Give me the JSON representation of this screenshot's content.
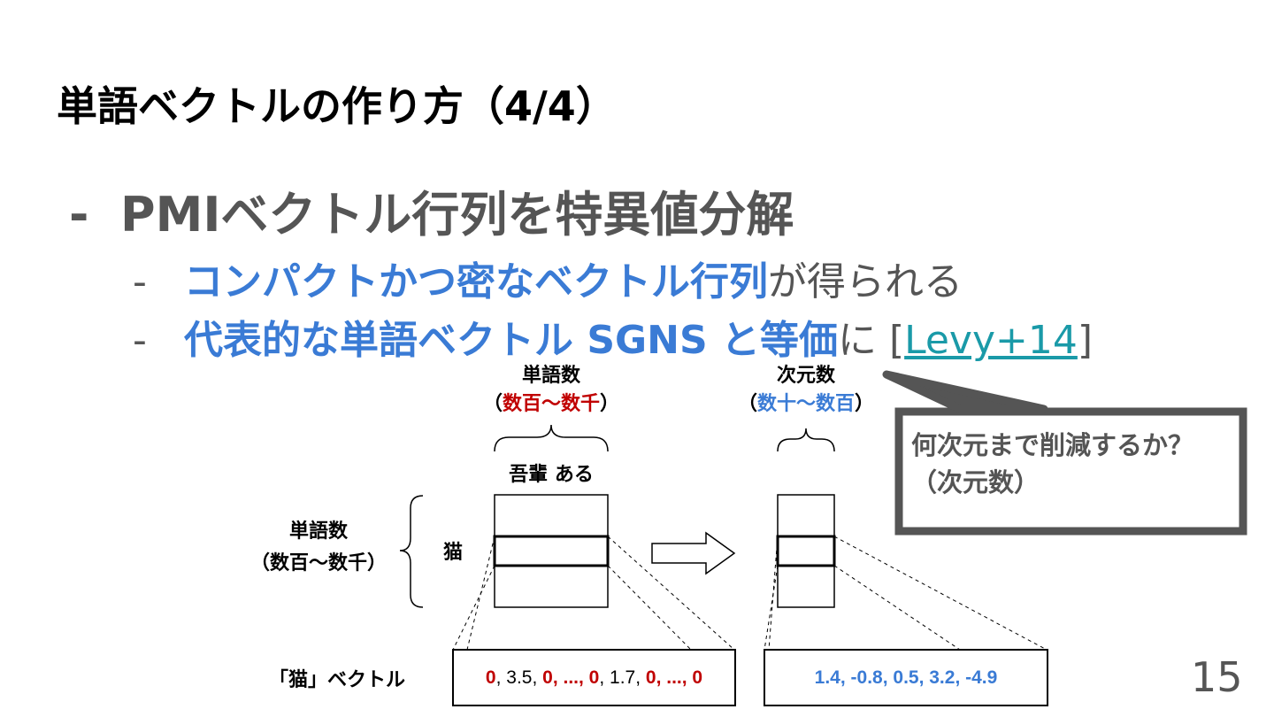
{
  "title": "単語ベクトルの作り方（4/4）",
  "bullets": {
    "main": {
      "dash": "-",
      "text": "PMIベクトル行列を特異値分解"
    },
    "sub1": {
      "dash": "-",
      "highlight": "コンパクトかつ密なベクトル行列",
      "rest": "が得られる"
    },
    "sub2": {
      "dash": "-",
      "highlight": "代表的な単語ベクトル SGNS と等価",
      "mid": "に [",
      "link": "Levy+14",
      "end": "]"
    }
  },
  "diagram": {
    "left_col_label": "単語数",
    "left_col_range": {
      "open": "（",
      "value": "数百〜数千",
      "close": "）"
    },
    "right_col_label": "次元数",
    "right_col_range": {
      "open": "（",
      "value": "数十〜数百",
      "close": "）"
    },
    "row_label": "単語数",
    "row_range": "（数百〜数千）",
    "column_words": "吾輩 ある",
    "row_word": "猫",
    "vector_label": "「猫」ベクトル",
    "sparse_vector": [
      {
        "t": "0",
        "zero": true
      },
      {
        "t": ", ",
        "zero": false
      },
      {
        "t": "3.5",
        "zero": false
      },
      {
        "t": ", ",
        "zero": false
      },
      {
        "t": "0, ..., 0",
        "zero": true
      },
      {
        "t": ", ",
        "zero": false
      },
      {
        "t": "1.7",
        "zero": false
      },
      {
        "t": ", ",
        "zero": false
      },
      {
        "t": "0, ..., 0",
        "zero": true
      }
    ],
    "dense_vector": "1.4, -0.8, 0.5, 3.2, -4.9"
  },
  "callout": {
    "text": "何次元まで削減するか？（次元数）"
  },
  "page_number": "15",
  "colors": {
    "accent_blue": "#3a7bd5",
    "zero_red": "#c00000",
    "gray_text": "#555555",
    "link": "#1a9aa8"
  }
}
